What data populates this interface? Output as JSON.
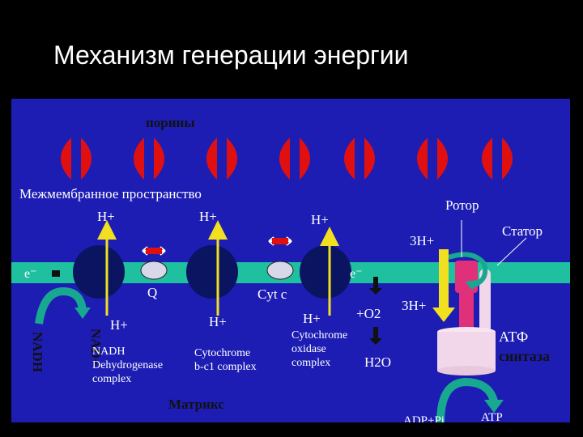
{
  "title": "Механизм генерации энергии",
  "labels": {
    "porins": "порины",
    "intermembrane": "Межмембранное пространство",
    "matrix": "Матрикс",
    "h1_top": "H+",
    "h2_top": "H+",
    "h3_top": "H+",
    "h1_bot": "H+",
    "h2_bot": "H+",
    "h3_bot": "H+",
    "e1": "e⁻",
    "e2": "e⁻",
    "q": "Q",
    "cytc": "Cyt c",
    "plus_o2": "+O2",
    "h2o": "H2O",
    "nadh": "NADH",
    "nad_plus": "NAD+",
    "complex1": "NADH\nDehydrogenase\ncomplex",
    "complex3": "Cytochrome\nb-c1 complex",
    "complex4": "Cytochrome\noxidase\ncomplex",
    "rotor": "Ротор",
    "stator": "Статор",
    "h3_in": "3H+",
    "h3_out": "3H+",
    "atp_synthase_1": "АТФ",
    "atp_synthase_2": "синтаза",
    "adp_pi": "ADP+Pi",
    "atp": "ATP"
  },
  "colors": {
    "panel": "#1d1db4",
    "membrane": "#1ec0a0",
    "porin": "#e01010",
    "complex": "#0a1460",
    "proton_arrow": "#f0e020",
    "atp_synthase": "#f2d6ea",
    "rotor": "#e0307a",
    "curved_arrow": "#18a890"
  }
}
